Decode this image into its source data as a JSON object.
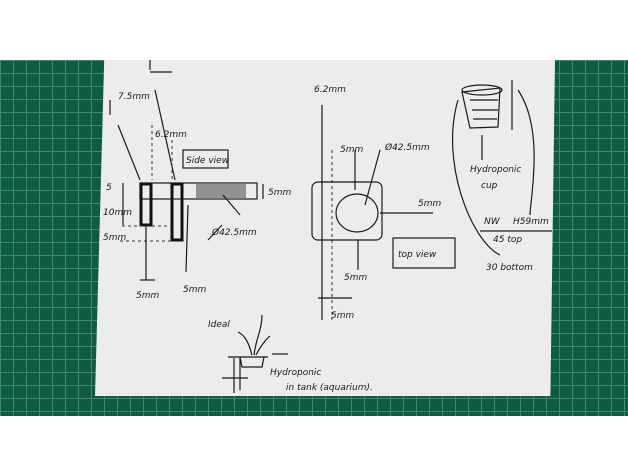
{
  "side_view": {
    "title": "Side view",
    "dim_top": "7.5mm",
    "dim_gap": "6.2mm",
    "dim_5": "5",
    "dim_10": "10mm",
    "dim_5b": "5mm",
    "dim_bottom_left": "5mm",
    "dim_bottom_right": "5mm",
    "dim_thickness": "5mm",
    "dim_diameter": "Ø42.5mm"
  },
  "top_view": {
    "title": "top view",
    "dim_top": "6.2mm",
    "dim_wall_top": "5mm",
    "dim_diameter": "Ø42.5mm",
    "dim_right": "5mm",
    "dim_bottom": "5mm",
    "dim_bottom2": "5mm"
  },
  "cup": {
    "label_line1": "Hydroponic",
    "label_line2": "cup",
    "dim_top_left": "NW",
    "dim_top_right": "H59mm",
    "dim_top": "45 top",
    "dim_bottom": "30 bottom"
  },
  "ideal": {
    "title": "Ideal",
    "caption_line1": "Hydroponic",
    "caption_line2": "in tank (aquarium)."
  }
}
